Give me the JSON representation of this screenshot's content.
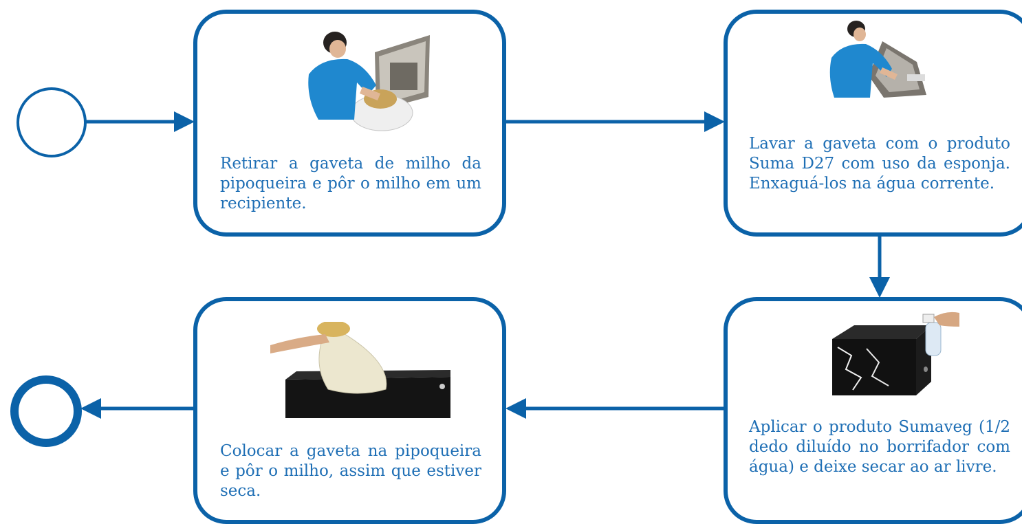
{
  "colors": {
    "accent": "#0b62a8",
    "text": "#1f6fb5"
  },
  "start_event": {
    "icon": "start-circle-icon"
  },
  "end_event": {
    "icon": "end-circle-icon"
  },
  "steps": [
    {
      "text": "Retirar a gaveta de milho da pipoqueira  e pôr o milho em um recipiente.",
      "photo": "woman-emptying-popcorn-drawer-photo"
    },
    {
      "text": "Lavar a gaveta com o produto Suma D27 com uso da esponja. Enxaguá-los na água corrente.",
      "photo": "woman-washing-drawer-photo"
    },
    {
      "text": "Aplicar o produto Sumaveg (1/2 dedo diluído no borrifador com água) e deixe secar ao ar livre.",
      "photo": "spraying-black-drawer-photo"
    },
    {
      "text": "Colocar a gaveta na pipoqueira e pôr o milho, assim que estiver seca.",
      "photo": "pouring-corn-into-drawer-photo"
    }
  ]
}
